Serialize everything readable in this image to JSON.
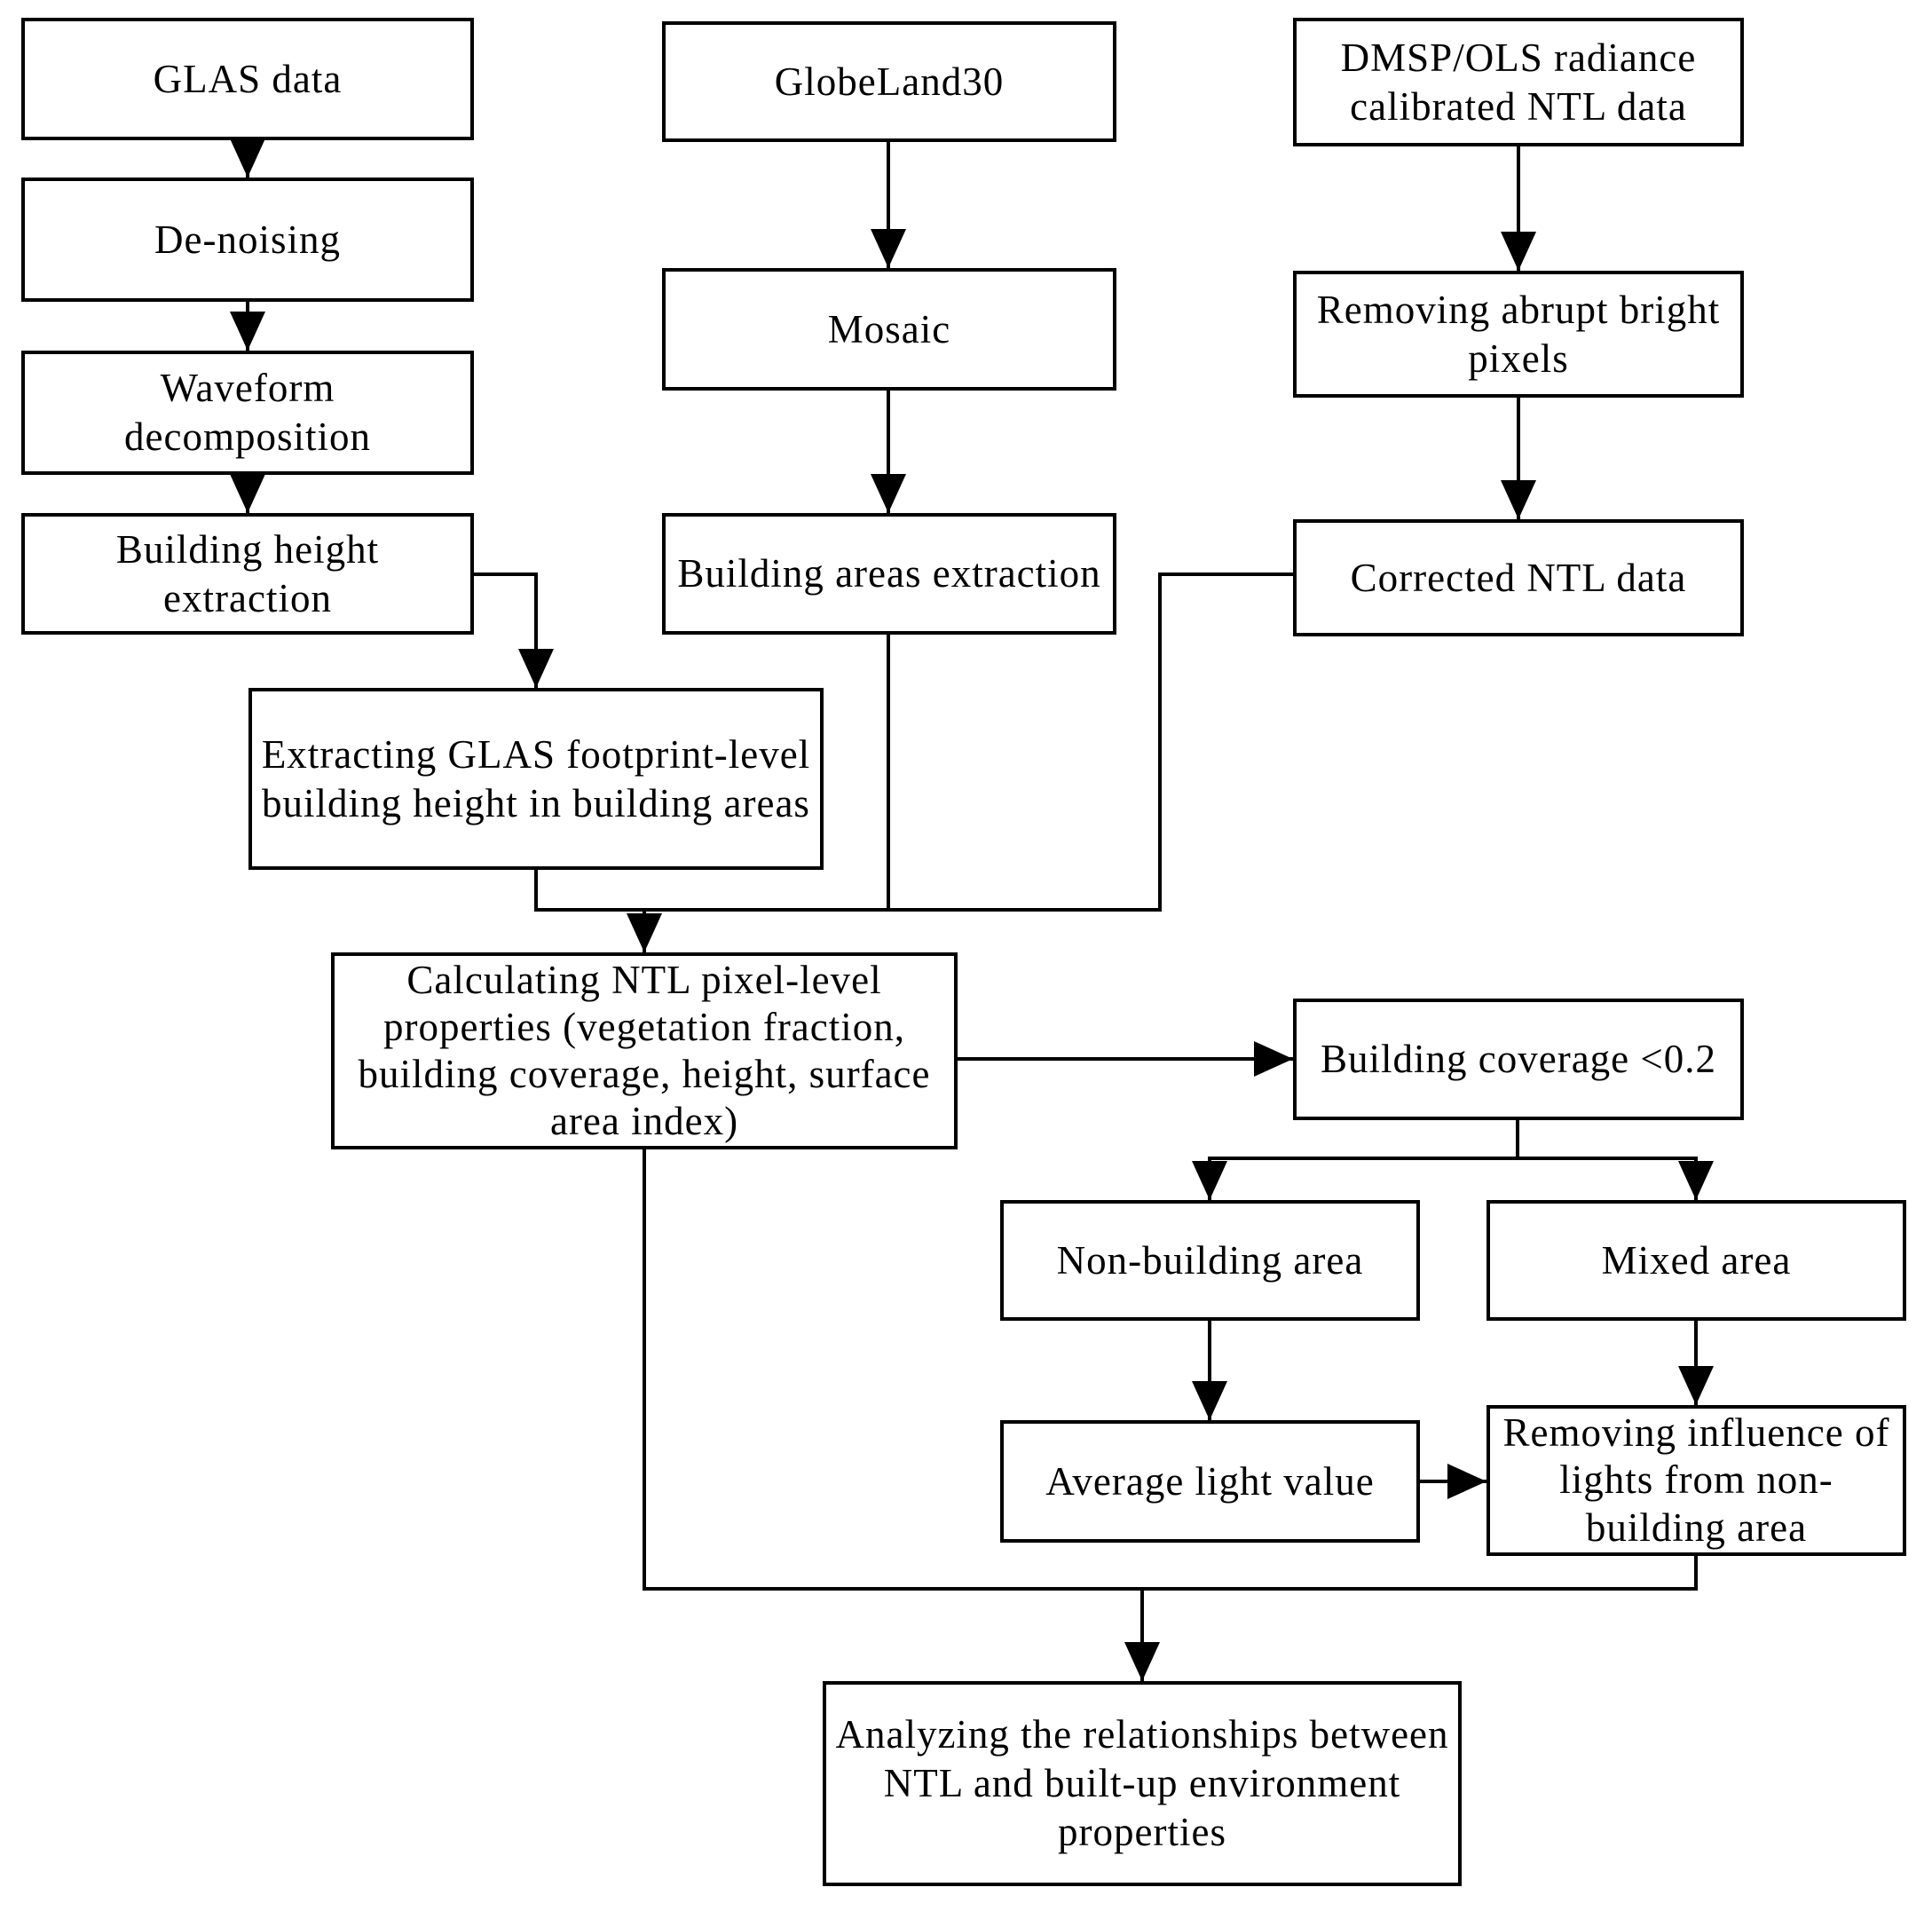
{
  "diagram": {
    "type": "flowchart",
    "background_color": "#ffffff",
    "line_color": "#000000",
    "box_border_color": "#000000",
    "box_fill_color": "#ffffff",
    "text_color": "#000000"
  },
  "nodes": {
    "glas_data": {
      "label": "GLAS data"
    },
    "de_noising": {
      "label": "De-noising"
    },
    "waveform_decomposition": {
      "label": "Waveform decomposition"
    },
    "building_height_extraction": {
      "label": "Building height extraction"
    },
    "globeland30": {
      "label": "GlobeLand30"
    },
    "mosaic": {
      "label": "Mosaic"
    },
    "building_areas_extraction": {
      "label": "Building areas extraction"
    },
    "dmsp_ols": {
      "label": "DMSP/OLS radiance calibrated NTL data"
    },
    "removing_abrupt": {
      "label": "Removing abrupt bright pixels"
    },
    "corrected_ntl": {
      "label": "Corrected NTL data"
    },
    "extracting_glas": {
      "label": "Extracting GLAS footprint-level building height in building areas"
    },
    "calculating_ntl": {
      "label": "Calculating NTL pixel-level properties (vegetation fraction, building coverage, height, surface area index)"
    },
    "building_coverage": {
      "label": "Building coverage <0.2"
    },
    "non_building_area": {
      "label": "Non-building area"
    },
    "mixed_area": {
      "label": "Mixed area"
    },
    "average_light_value": {
      "label": "Average light value"
    },
    "removing_influence": {
      "label": "Removing influence of lights from non-building area"
    },
    "analyzing": {
      "label": "Analyzing the relationships between NTL and built-up environment properties"
    }
  }
}
